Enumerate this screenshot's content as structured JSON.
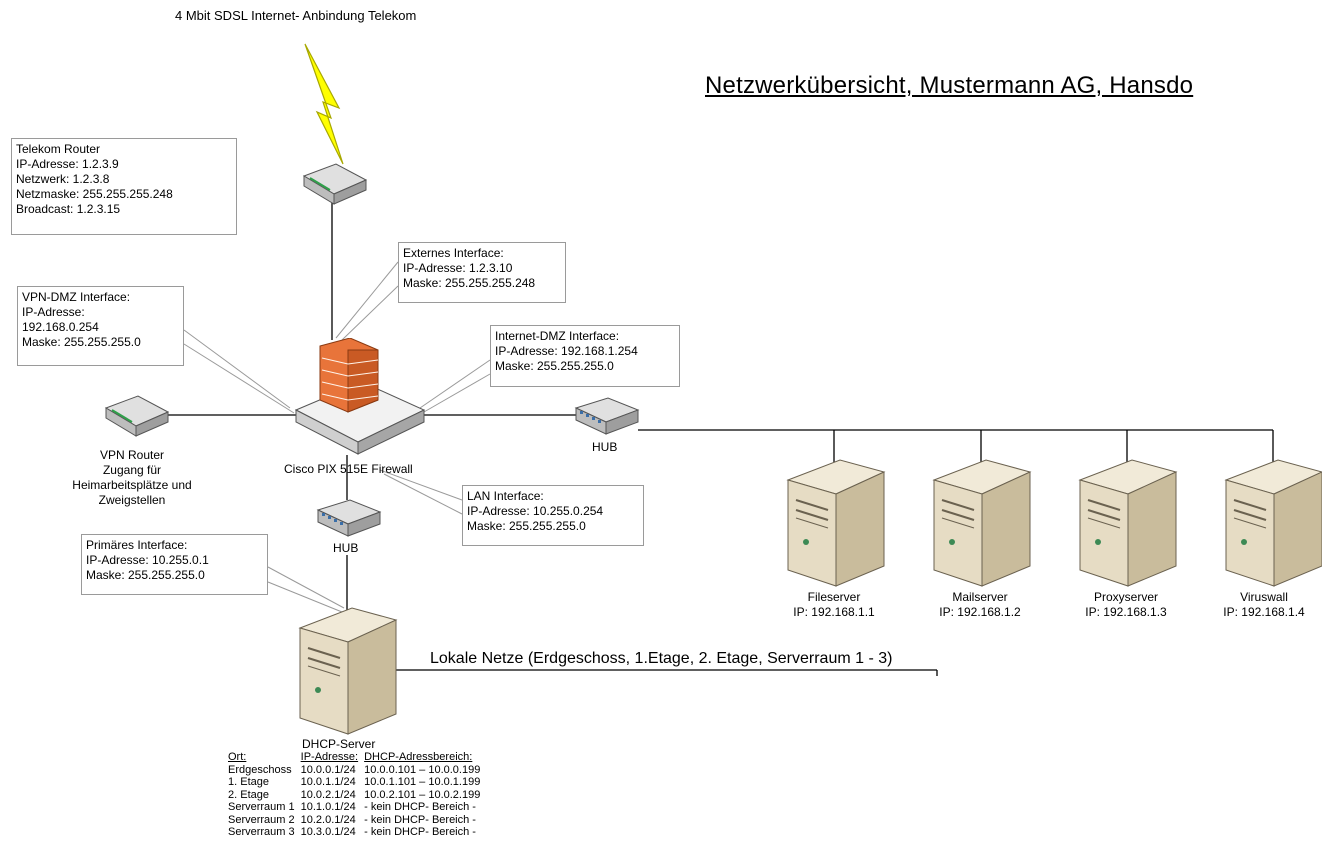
{
  "title": "Netzwerkübersicht, Mustermann AG, Hansdo",
  "internet_label": "4 Mbit SDSL Internet- Anbindung Telekom",
  "lan_label": "Lokale Netze (Erdgeschoss, 1.Etage, 2. Etage, Serverraum 1 - 3)",
  "devices": {
    "firewall": "Cisco PIX 515E Firewall",
    "hub_main": "HUB",
    "hub_lan": "HUB",
    "vpn_router": [
      "VPN Router",
      "Zugang für",
      "Heimarbeitsplätze und",
      "Zweigstellen"
    ],
    "dhcp_server": "DHCP-Server"
  },
  "servers": [
    {
      "name": "Fileserver",
      "ip": "IP: 192.168.1.1"
    },
    {
      "name": "Mailserver",
      "ip": "IP: 192.168.1.2"
    },
    {
      "name": "Proxyserver",
      "ip": "IP: 192.168.1.3"
    },
    {
      "name": "Viruswall",
      "ip": "IP: 192.168.1.4"
    }
  ],
  "callouts": {
    "telekom_router": [
      "Telekom Router",
      "IP-Adresse: 1.2.3.9",
      "Netzwerk: 1.2.3.8",
      "Netzmaske: 255.255.255.248",
      "Broadcast: 1.2.3.15"
    ],
    "external_interface": [
      "Externes Interface:",
      "IP-Adresse: 1.2.3.10",
      "Maske: 255.255.255.248"
    ],
    "vpn_dmz_interface": [
      "VPN-DMZ Interface:",
      "IP-Adresse:",
      "192.168.0.254",
      "Maske: 255.255.255.0"
    ],
    "internet_dmz_interface": [
      "Internet-DMZ Interface:",
      "IP-Adresse: 192.168.1.254",
      "Maske: 255.255.255.0"
    ],
    "lan_interface": [
      "LAN Interface:",
      "IP-Adresse: 10.255.0.254",
      "Maske: 255.255.255.0"
    ],
    "primary_interface": [
      "Primäres Interface:",
      "IP-Adresse: 10.255.0.1",
      "Maske: 255.255.255.0"
    ]
  },
  "dhcp_table": {
    "headers": [
      "Ort:",
      "IP-Adresse:",
      "DHCP-Adressbereich:"
    ],
    "rows": [
      [
        "Erdgeschoss",
        "10.0.0.1/24",
        "10.0.0.101 – 10.0.0.199"
      ],
      [
        "1. Etage",
        "10.0.1.1/24",
        "10.0.1.101 – 10.0.1.199"
      ],
      [
        "2. Etage",
        "10.0.2.1/24",
        "10.0.2.101 – 10.0.2.199"
      ],
      [
        "Serverraum 1",
        "10.1.0.1/24",
        "- kein DHCP- Bereich -"
      ],
      [
        "Serverraum 2",
        "10.2.0.1/24",
        "- kein DHCP- Bereich -"
      ],
      [
        "Serverraum 3",
        "10.3.0.1/24",
        "- kein DHCP- Bereich -"
      ]
    ]
  },
  "colors": {
    "lightning": "#ffff00",
    "firewall_brick": "#e8743a",
    "server_body": "#e6dcc4"
  }
}
